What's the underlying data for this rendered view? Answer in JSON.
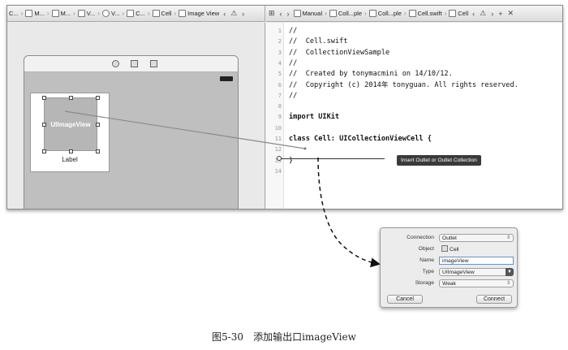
{
  "jumpbar_left": {
    "items": [
      "C...",
      "M...",
      "M...",
      "V...",
      "V...",
      "C...",
      "Cell",
      "Image View"
    ]
  },
  "jumpbar_right": {
    "items": [
      "Manual",
      "Coll...ple",
      "Coll...ple",
      "Cell.swift",
      "Cell"
    ]
  },
  "canvas": {
    "image_view_label": "UIImageView",
    "cell_label": "Label"
  },
  "editor": {
    "lines": [
      {
        "num": "1",
        "text": "//"
      },
      {
        "num": "2",
        "text": "//  Cell.swift"
      },
      {
        "num": "3",
        "text": "//  CollectionViewSample"
      },
      {
        "num": "4",
        "text": "//"
      },
      {
        "num": "5",
        "text": "//  Created by tonymacmini on 14/10/12."
      },
      {
        "num": "6",
        "text": "//  Copyright (c) 2014年 tonyguan. All rights reserved."
      },
      {
        "num": "7",
        "text": "//"
      },
      {
        "num": "8",
        "text": ""
      },
      {
        "num": "9",
        "text": "import UIKit"
      },
      {
        "num": "10",
        "text": ""
      },
      {
        "num": "11",
        "text": "class Cell: UICollectionViewCell {"
      },
      {
        "num": "12",
        "text": ""
      },
      {
        "num": "13",
        "text": "}"
      },
      {
        "num": "14",
        "text": ""
      }
    ],
    "tooltip": "Insert Outlet or Outlet Collection"
  },
  "popover": {
    "connection_label": "Connection",
    "connection_value": "Outlet",
    "object_label": "Object",
    "object_value": "Cell",
    "name_label": "Name",
    "name_value": "imageView",
    "type_label": "Type",
    "type_value": "UIImageView",
    "storage_label": "Storage",
    "storage_value": "Weak",
    "cancel_label": "Cancel",
    "connect_label": "Connect"
  },
  "caption": "图5-30　添加输出口imageView"
}
